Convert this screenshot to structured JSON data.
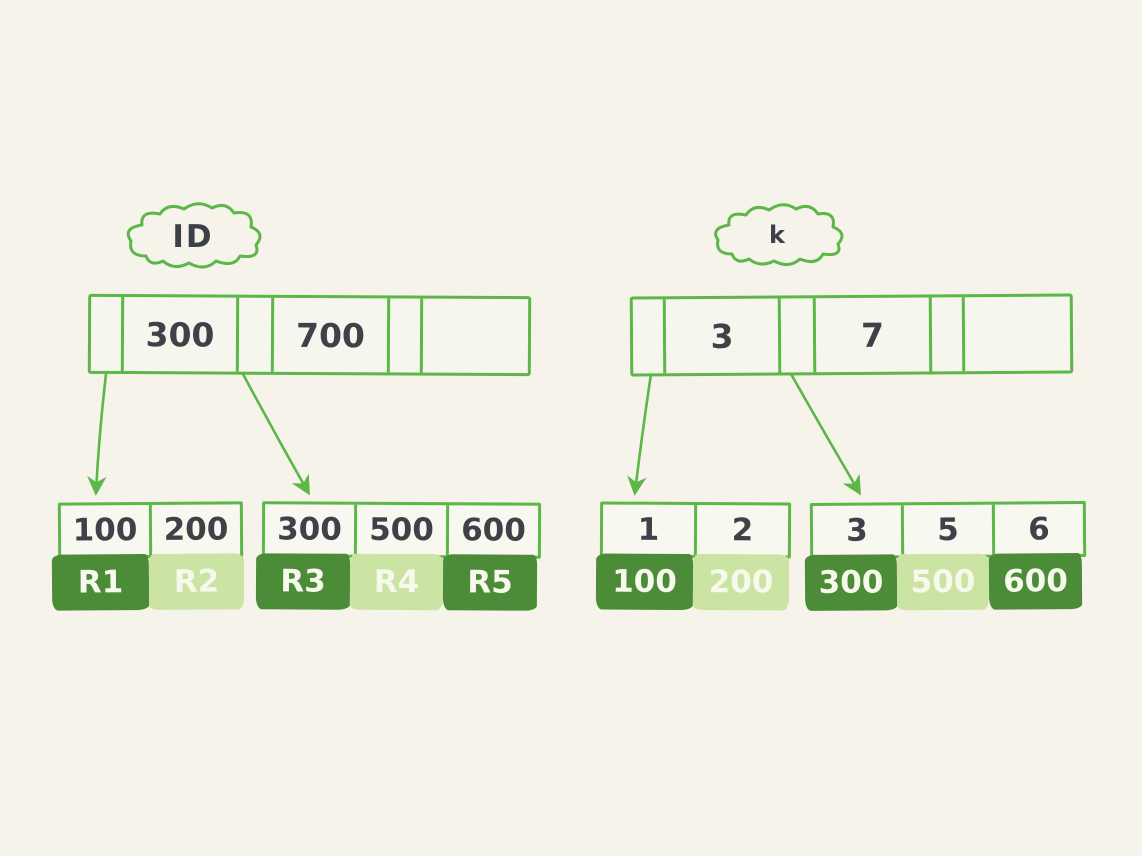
{
  "diagram": {
    "description": "Hand-drawn comparison of two B-tree index leaf structures",
    "colors": {
      "background": "#f5f3ea",
      "stroke_green": "#5cb648",
      "dark_green_fill": "#4c8c38",
      "light_green_fill": "#cbe3a3",
      "text_dark": "#3e4248",
      "text_on_fill": "#f6f9ec"
    }
  },
  "left_tree": {
    "label": "ID",
    "root": {
      "cells": [
        "",
        "300",
        "",
        "700",
        "",
        ""
      ]
    },
    "leaves": [
      {
        "keys": [
          "100",
          "200"
        ],
        "values": [
          {
            "text": "R1",
            "shade": "dark"
          },
          {
            "text": "R2",
            "shade": "light"
          }
        ]
      },
      {
        "keys": [
          "300",
          "500",
          "600"
        ],
        "values": [
          {
            "text": "R3",
            "shade": "dark"
          },
          {
            "text": "R4",
            "shade": "light"
          },
          {
            "text": "R5",
            "shade": "dark"
          }
        ]
      }
    ]
  },
  "right_tree": {
    "label": "k",
    "root": {
      "cells": [
        "",
        "3",
        "",
        "7",
        "",
        ""
      ]
    },
    "leaves": [
      {
        "keys": [
          "1",
          "2"
        ],
        "values": [
          {
            "text": "100",
            "shade": "dark"
          },
          {
            "text": "200",
            "shade": "light"
          }
        ]
      },
      {
        "keys": [
          "3",
          "5",
          "6"
        ],
        "values": [
          {
            "text": "300",
            "shade": "dark"
          },
          {
            "text": "500",
            "shade": "light"
          },
          {
            "text": "600",
            "shade": "dark"
          }
        ]
      }
    ]
  }
}
